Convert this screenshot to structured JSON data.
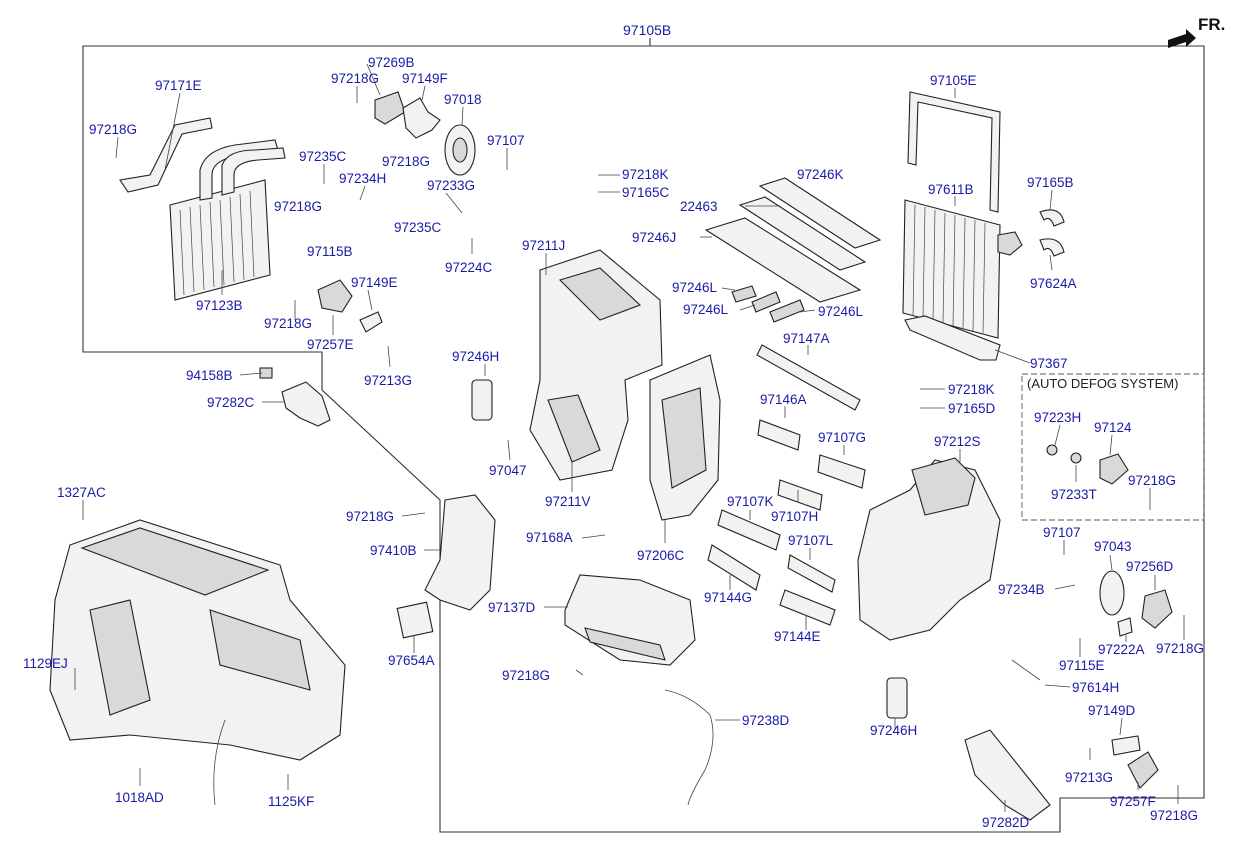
{
  "diagram": {
    "direction_label": "FR.",
    "auto_defog_label": "(AUTO DEFOG SYSTEM)",
    "labels": [
      {
        "id": "97105B",
        "text": "97105B"
      },
      {
        "id": "97171E",
        "text": "97171E"
      },
      {
        "id": "97218G_a",
        "text": "97218G"
      },
      {
        "id": "97123B",
        "text": "97123B"
      },
      {
        "id": "97269B",
        "text": "97269B"
      },
      {
        "id": "97218G_b",
        "text": "97218G"
      },
      {
        "id": "97149F",
        "text": "97149F"
      },
      {
        "id": "97018",
        "text": "97018"
      },
      {
        "id": "97107_a",
        "text": "97107"
      },
      {
        "id": "97235C_a",
        "text": "97235C"
      },
      {
        "id": "97234H",
        "text": "97234H"
      },
      {
        "id": "97218G_c",
        "text": "97218G"
      },
      {
        "id": "97218G_d",
        "text": "97218G"
      },
      {
        "id": "97233G",
        "text": "97233G"
      },
      {
        "id": "97235C_b",
        "text": "97235C"
      },
      {
        "id": "97115B",
        "text": "97115B"
      },
      {
        "id": "97224C",
        "text": "97224C"
      },
      {
        "id": "97218K_a",
        "text": "97218K"
      },
      {
        "id": "97165C",
        "text": "97165C"
      },
      {
        "id": "97211J",
        "text": "97211J"
      },
      {
        "id": "97246K",
        "text": "97246K"
      },
      {
        "id": "22463",
        "text": "22463"
      },
      {
        "id": "97246J",
        "text": "97246J"
      },
      {
        "id": "97246L_a",
        "text": "97246L"
      },
      {
        "id": "97246L_b",
        "text": "97246L"
      },
      {
        "id": "97246L_c",
        "text": "97246L"
      },
      {
        "id": "97105E",
        "text": "97105E"
      },
      {
        "id": "97611B",
        "text": "97611B"
      },
      {
        "id": "97165B",
        "text": "97165B"
      },
      {
        "id": "97624A",
        "text": "97624A"
      },
      {
        "id": "97367",
        "text": "97367"
      },
      {
        "id": "97149E",
        "text": "97149E"
      },
      {
        "id": "97218G_e",
        "text": "97218G"
      },
      {
        "id": "97257E",
        "text": "97257E"
      },
      {
        "id": "97213G_a",
        "text": "97213G"
      },
      {
        "id": "94158B",
        "text": "94158B"
      },
      {
        "id": "97282C",
        "text": "97282C"
      },
      {
        "id": "97246H_a",
        "text": "97246H"
      },
      {
        "id": "97047",
        "text": "97047"
      },
      {
        "id": "97211V",
        "text": "97211V"
      },
      {
        "id": "97147A",
        "text": "97147A"
      },
      {
        "id": "97218K_b",
        "text": "97218K"
      },
      {
        "id": "97165D",
        "text": "97165D"
      },
      {
        "id": "97146A",
        "text": "97146A"
      },
      {
        "id": "97107G",
        "text": "97107G"
      },
      {
        "id": "97212S",
        "text": "97212S"
      },
      {
        "id": "97223H",
        "text": "97223H"
      },
      {
        "id": "97124",
        "text": "97124"
      },
      {
        "id": "97233T",
        "text": "97233T"
      },
      {
        "id": "97218G_f",
        "text": "97218G"
      },
      {
        "id": "1327AC",
        "text": "1327AC"
      },
      {
        "id": "97218G_g",
        "text": "97218G"
      },
      {
        "id": "97410B",
        "text": "97410B"
      },
      {
        "id": "97168A",
        "text": "97168A"
      },
      {
        "id": "97206C",
        "text": "97206C"
      },
      {
        "id": "97107K",
        "text": "97107K"
      },
      {
        "id": "97107H",
        "text": "97107H"
      },
      {
        "id": "97107L",
        "text": "97107L"
      },
      {
        "id": "97107_b",
        "text": "97107"
      },
      {
        "id": "97043",
        "text": "97043"
      },
      {
        "id": "97256D",
        "text": "97256D"
      },
      {
        "id": "97234B",
        "text": "97234B"
      },
      {
        "id": "97137D",
        "text": "97137D"
      },
      {
        "id": "97144G",
        "text": "97144G"
      },
      {
        "id": "97144E",
        "text": "97144E"
      },
      {
        "id": "97654A",
        "text": "97654A"
      },
      {
        "id": "97222A",
        "text": "97222A"
      },
      {
        "id": "97218G_h",
        "text": "97218G"
      },
      {
        "id": "97115E",
        "text": "97115E"
      },
      {
        "id": "1129EJ",
        "text": "1129EJ"
      },
      {
        "id": "97218G_i",
        "text": "97218G"
      },
      {
        "id": "97614H",
        "text": "97614H"
      },
      {
        "id": "97238D",
        "text": "97238D"
      },
      {
        "id": "97246H_b",
        "text": "97246H"
      },
      {
        "id": "97149D",
        "text": "97149D"
      },
      {
        "id": "1018AD",
        "text": "1018AD"
      },
      {
        "id": "1125KF",
        "text": "1125KF"
      },
      {
        "id": "97213G_b",
        "text": "97213G"
      },
      {
        "id": "97257F",
        "text": "97257F"
      },
      {
        "id": "97282D",
        "text": "97282D"
      },
      {
        "id": "97218G_j",
        "text": "97218G"
      }
    ]
  }
}
